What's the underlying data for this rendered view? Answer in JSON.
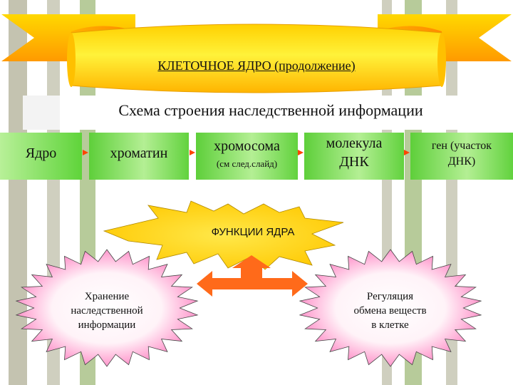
{
  "banner": {
    "title": "КЛЕТОЧНОЕ ЯДРО (продолжение)"
  },
  "subtitle": "Схема строения наследственной информации",
  "chain": [
    {
      "text": "Ядро"
    },
    {
      "text": "хроматин"
    },
    {
      "text": "хромосома",
      "note": "(см след.слайд)"
    },
    {
      "line1": "молекула",
      "line2": "ДНК"
    },
    {
      "line1": "ген (участок",
      "line2": "ДНК)"
    }
  ],
  "functions_title": "ФУНКЦИИ ЯДРА",
  "left_star": {
    "line1": "Хранение",
    "line2": "наследственной",
    "line3": "информации"
  },
  "right_star": {
    "line1": "Регуляция",
    "line2": "обмена веществ",
    "line3": "в клетке"
  },
  "colors": {
    "banner_yellow": "#ffe800",
    "banner_orange": "#ff9f00",
    "chain_green": "#66dd44",
    "star_yellow": "#ffd400",
    "star_pink": "#ff7fc0",
    "arrow_orange": "#ff6a1a",
    "stripe_gray": "#c6c6b3",
    "stripe_green": "#b4c996"
  }
}
